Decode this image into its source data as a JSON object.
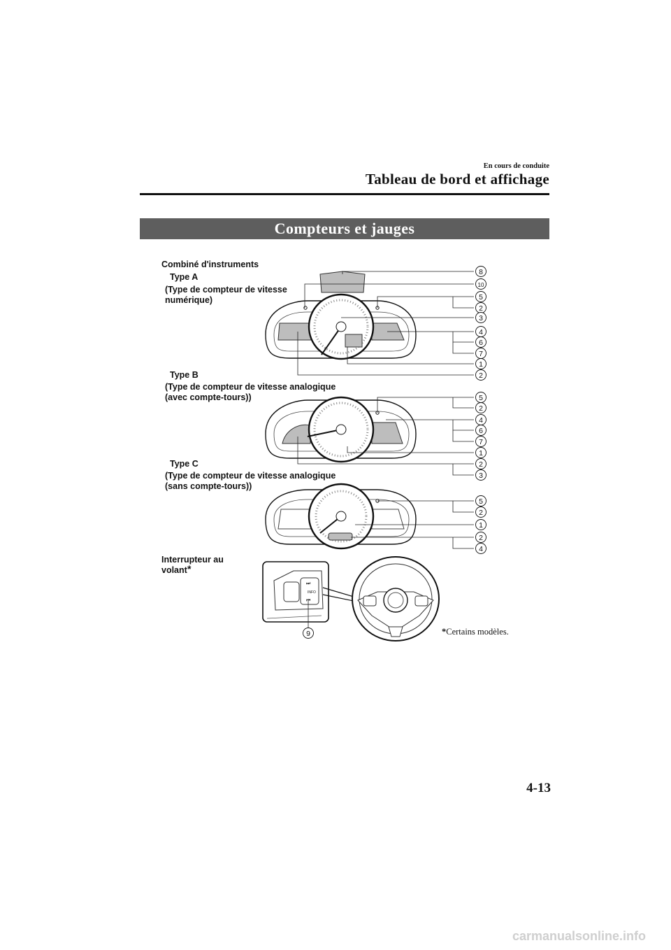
{
  "header": {
    "section": "En cours de conduite",
    "chapter": "Tableau de bord et affichage"
  },
  "banner": "Compteurs et jauges",
  "labels": {
    "cluster": "Combiné d'instruments",
    "type_a": "Type A",
    "type_a_desc": "(Type de compteur de vitesse\nnumérique)",
    "type_b": "Type B",
    "type_b_desc": "(Type de compteur de vitesse analogique\n(avec compte-tours))",
    "type_c": "Type C",
    "type_c_desc": "(Type de compteur de vitesse analogique\n(sans compte-tours))",
    "switch": "Interrupteur au\nvolant",
    "switch_mark": "*"
  },
  "callouts": {
    "type_a": [
      "8",
      "10",
      "5",
      "2",
      "3",
      "4",
      "6",
      "7",
      "1",
      "2"
    ],
    "type_b": [
      "5",
      "2",
      "4",
      "6",
      "7",
      "1",
      "2",
      "3"
    ],
    "type_c": [
      "5",
      "2",
      "1",
      "2",
      "4"
    ],
    "wheel": "9"
  },
  "switch_text": {
    "info": "INFO"
  },
  "footnote": {
    "mark": "*",
    "text": "Certains modèles."
  },
  "page_number": "4-13",
  "watermark": "carmanualsonline.info"
}
